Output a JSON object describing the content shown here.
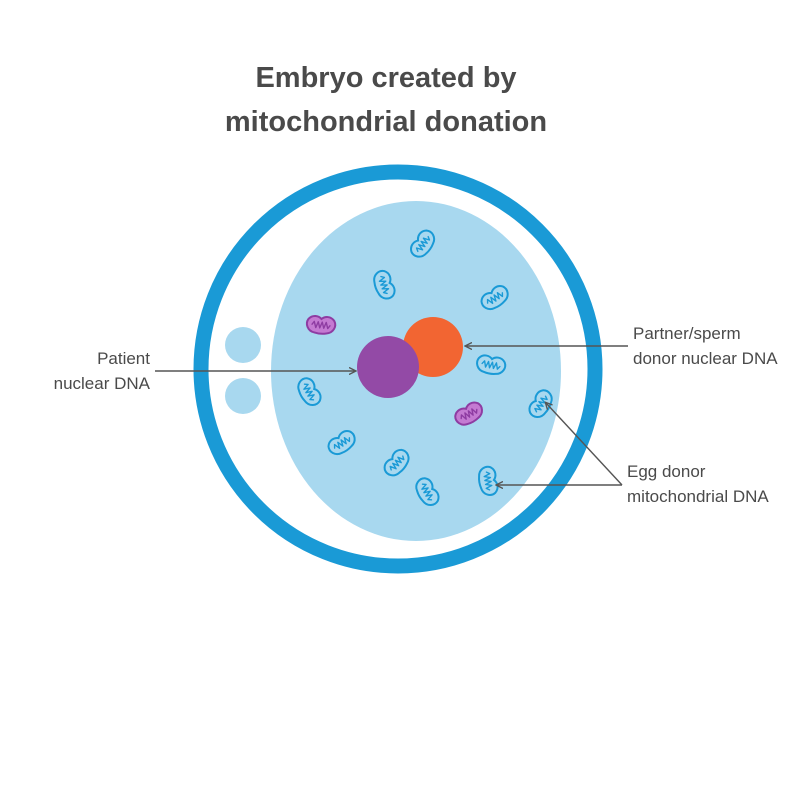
{
  "title": {
    "line1": "Embryo created by",
    "line2": "mitochondrial donation"
  },
  "labels": {
    "patient": {
      "line1": "Patient",
      "line2": "nuclear DNA"
    },
    "partner": {
      "line1": "Partner/sperm",
      "line2": "donor nuclear DNA"
    },
    "egg_donor": {
      "line1": "Egg donor",
      "line2": "mitochondrial DNA"
    }
  },
  "colors": {
    "zona_ring": "#1a9ad6",
    "cytoplasm": "#a8d8ef",
    "polar_body": "#a8d8ef",
    "patient_nucleus": "#934aa6",
    "partner_nucleus": "#f26532",
    "donor_mito_fill": "#a8d8ef",
    "donor_mito_stroke": "#1a9ad6",
    "patient_mito_fill": "#c47ad2",
    "patient_mito_stroke": "#8e3ca2",
    "text": "#4a4a4a",
    "leader_line": "#555555"
  }
}
